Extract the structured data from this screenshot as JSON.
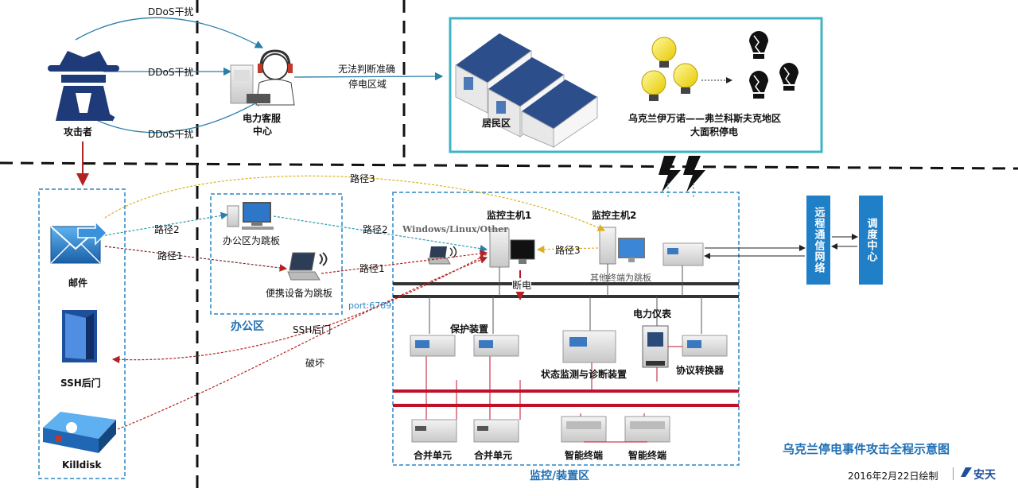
{
  "colors": {
    "accent_blue": "#1f7fc7",
    "zone_border": "#2b86c6",
    "attack_red": "#b22222",
    "bus_red": "#c0102a",
    "bus_dark": "#333333",
    "path_yellow": "#d9b21e",
    "path_teal": "#2a9ab3",
    "teal_frame": "#3fb4c4"
  },
  "icons": {
    "attacker": "spy-hat-icon",
    "customer_service": "headset-operator-icon",
    "email": "envelope-icon",
    "ssh": "door-icon",
    "killdisk": "disk-drive-icon",
    "bulb_on": "lightbulb-on-icon",
    "bulb_off": "lightbulb-broken-icon",
    "house": "house-icon",
    "lightning": "lightning-icon"
  },
  "attacker": {
    "label": "攻击者",
    "ddos_label": "DDoS干扰"
  },
  "customer_service": {
    "label_line1": "电力客服",
    "label_line2": "中心"
  },
  "cannot_judge": {
    "line1": "无法判断准确",
    "line2": "停电区域"
  },
  "residential": {
    "label": "居民区",
    "outage_line1": "乌克兰伊万诺——弗兰科斯夫克地区",
    "outage_line2": "大面积停电"
  },
  "attack_tools": {
    "email": "邮件",
    "ssh": "SSH后门",
    "killdisk": "Killdisk"
  },
  "office": {
    "zone_label": "办公区",
    "desktop": "办公区为跳板",
    "laptop": "便携设备为跳板",
    "port": "port:6789"
  },
  "paths": {
    "path1": "路径1",
    "path2": "路径2",
    "path3": "路径3",
    "ssh_back": "SSH后门",
    "destroy": "破坏"
  },
  "control": {
    "zone_label": "监控/装置区",
    "host1": "监控主机1",
    "host2": "监控主机2",
    "os": "Windows/Linux/Other",
    "other_terminal": "其他终端为跳板",
    "power_off": "断电",
    "protection": "保护装置",
    "state_monitor": "状态监测与诊断装置",
    "meter": "电力仪表",
    "protocol_converter": "协议转换器",
    "merge_unit": "合并单元",
    "smart_terminal": "智能终端"
  },
  "right": {
    "remote_comm": "远程通信网络",
    "dispatch": "调度中心"
  },
  "caption": {
    "title": "乌克兰停电事件攻击全程示意图",
    "date": "2016年2月22日绘制",
    "brand": "安天"
  }
}
